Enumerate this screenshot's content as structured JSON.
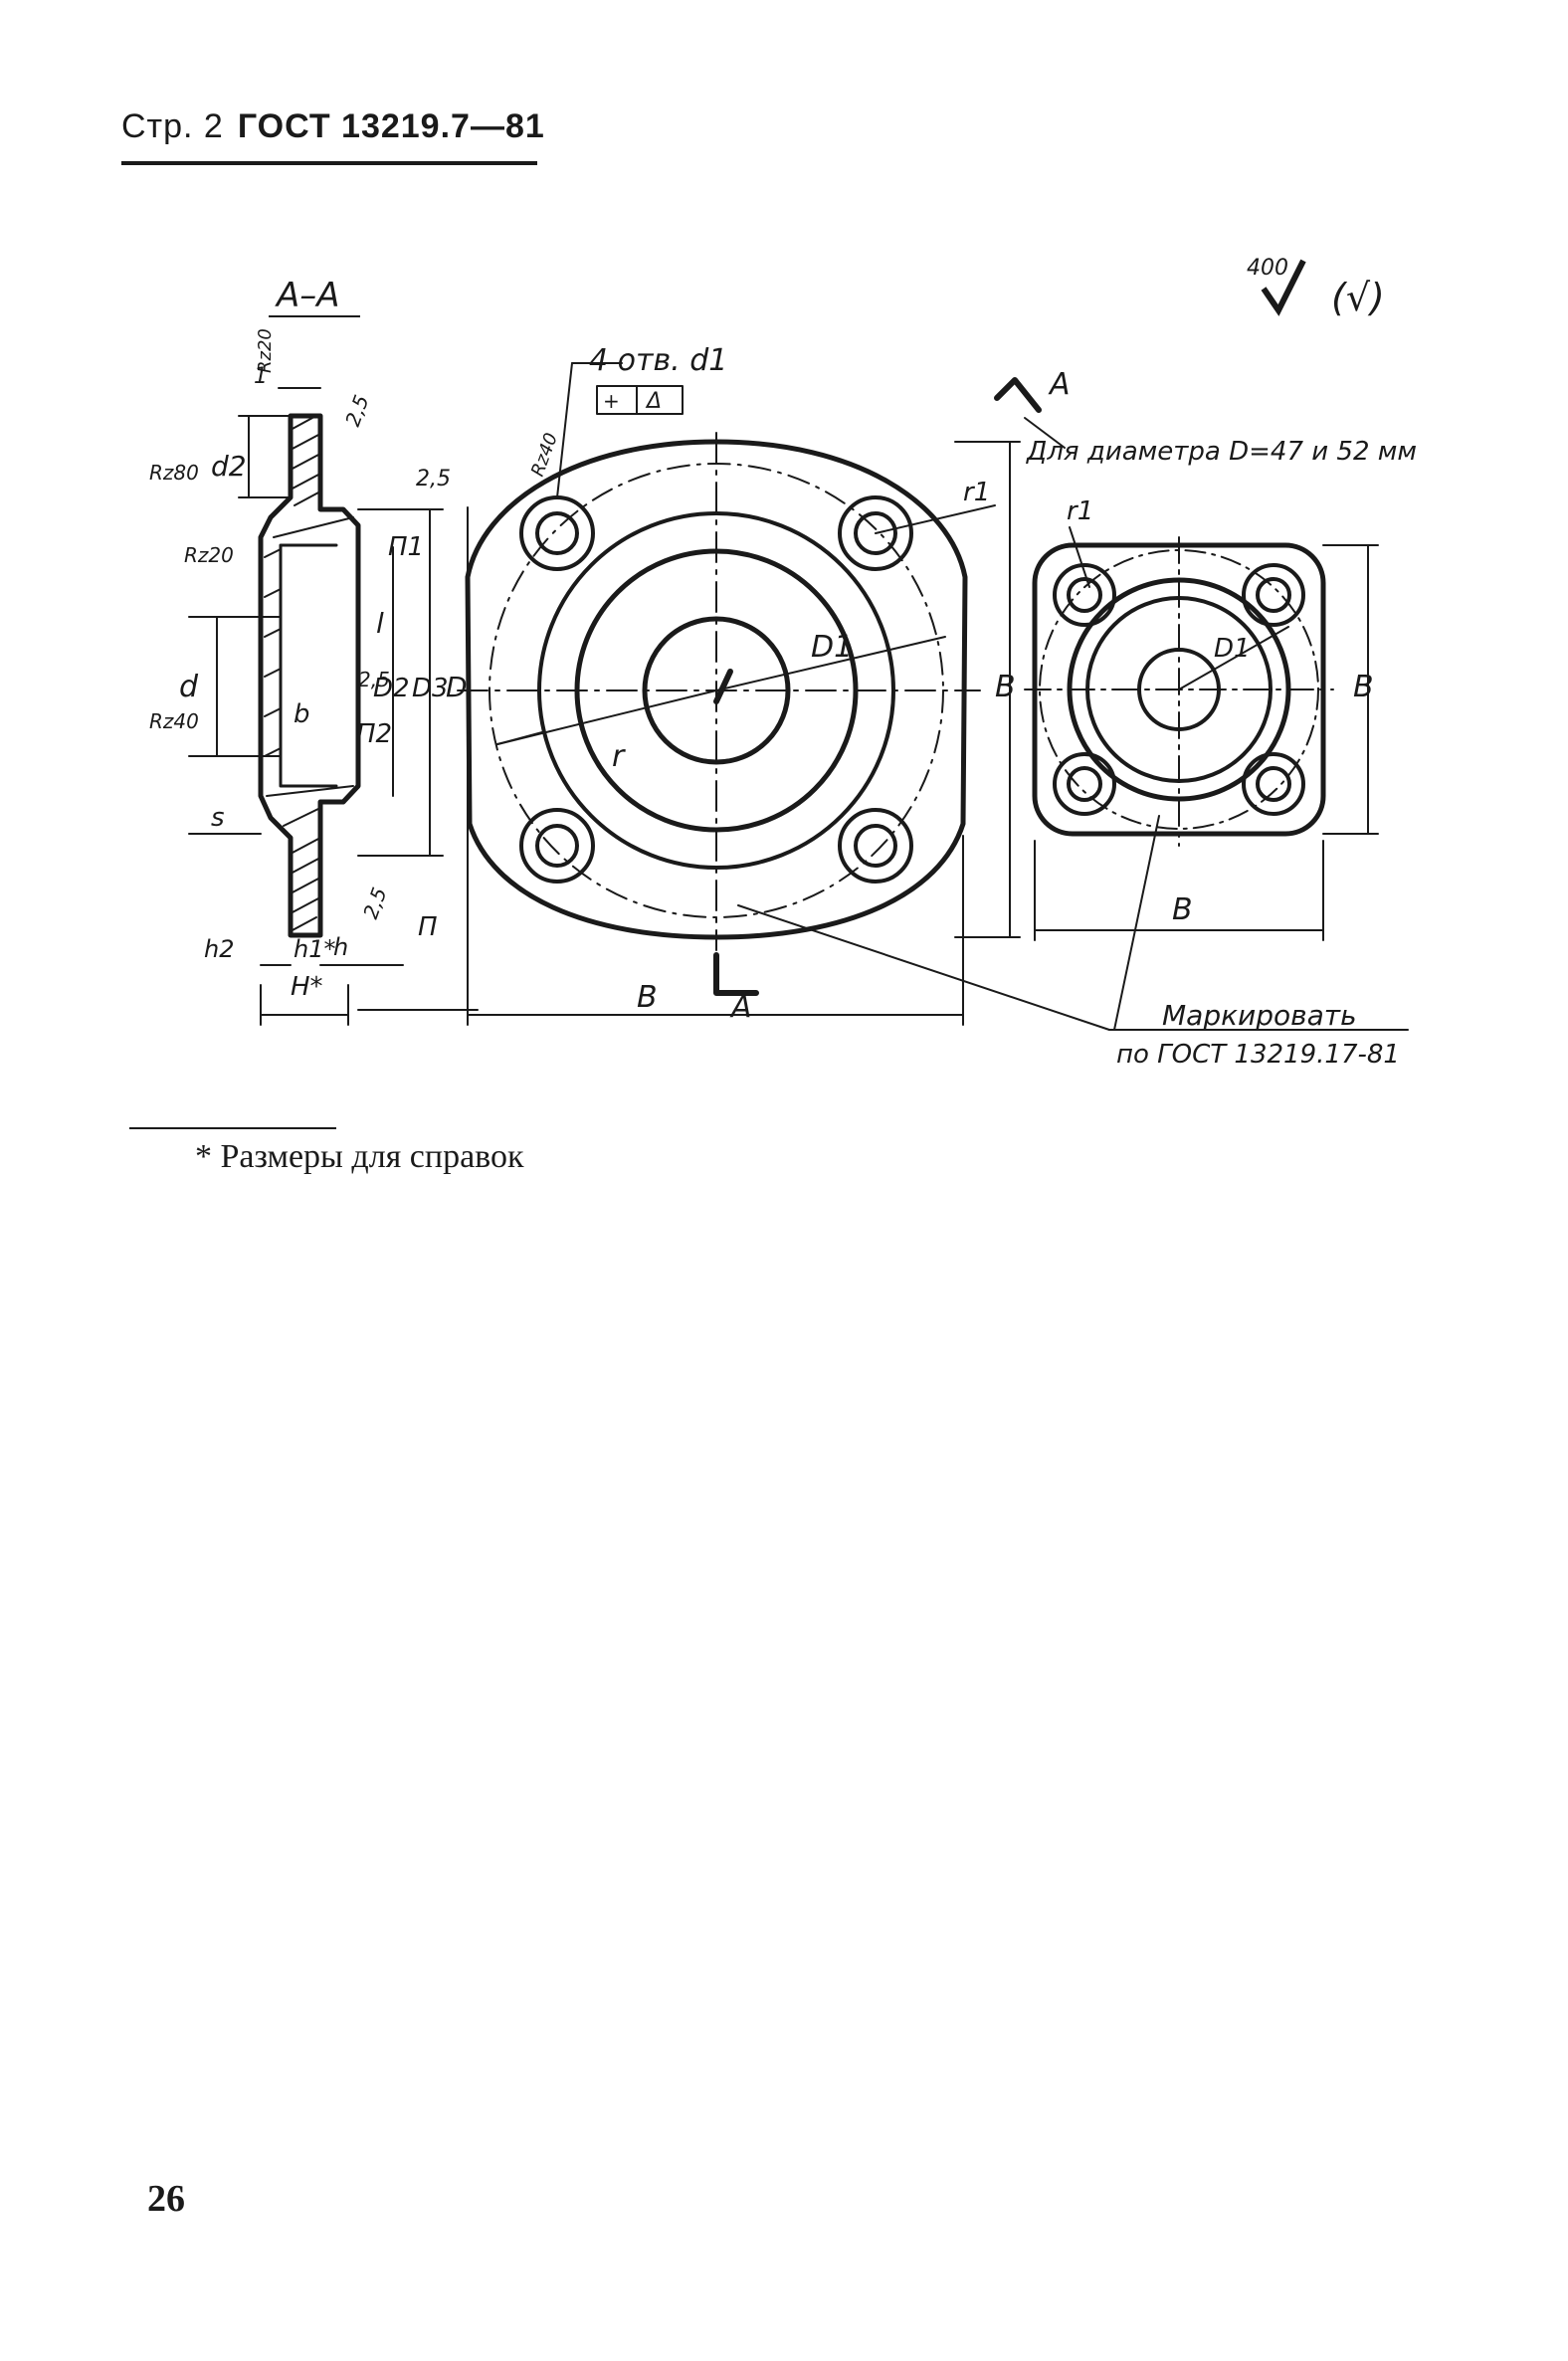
{
  "header": {
    "page_prefix": "Стр. 2",
    "standard": "ГОСТ 13219.7—81"
  },
  "drawing": {
    "section_label": "A–A",
    "roughness_general": "400",
    "roughness_other": "(√)",
    "holes_note": "4 отв. d1",
    "tolerance_frame": [
      "+",
      "Δ"
    ],
    "diameter_note": "Для диаметра D=47 и 52 мм",
    "marking_note": [
      "Маркировать",
      "по ГОСТ 13219.17-81"
    ],
    "section_marker": "A",
    "labels": {
      "d2": "d2",
      "d": "d",
      "D2": "D2",
      "D3": "D3",
      "D": "D",
      "D1": "D1",
      "B": "B",
      "r": "r",
      "r1": "r1",
      "l": "l",
      "b": "b",
      "s": "s",
      "h": "h",
      "h1": "h1*",
      "h2": "h2",
      "H": "H*",
      "P": "П",
      "P1": "П1",
      "P2": "П2",
      "Rz20": "Rz20",
      "Rz80": "Rz80",
      "Rz40": "Rz40",
      "Rz20_top": "Rz20",
      "ra25": "2,5",
      "one": "1"
    }
  },
  "footnote": "* Размеры для справок",
  "page_number": "26"
}
